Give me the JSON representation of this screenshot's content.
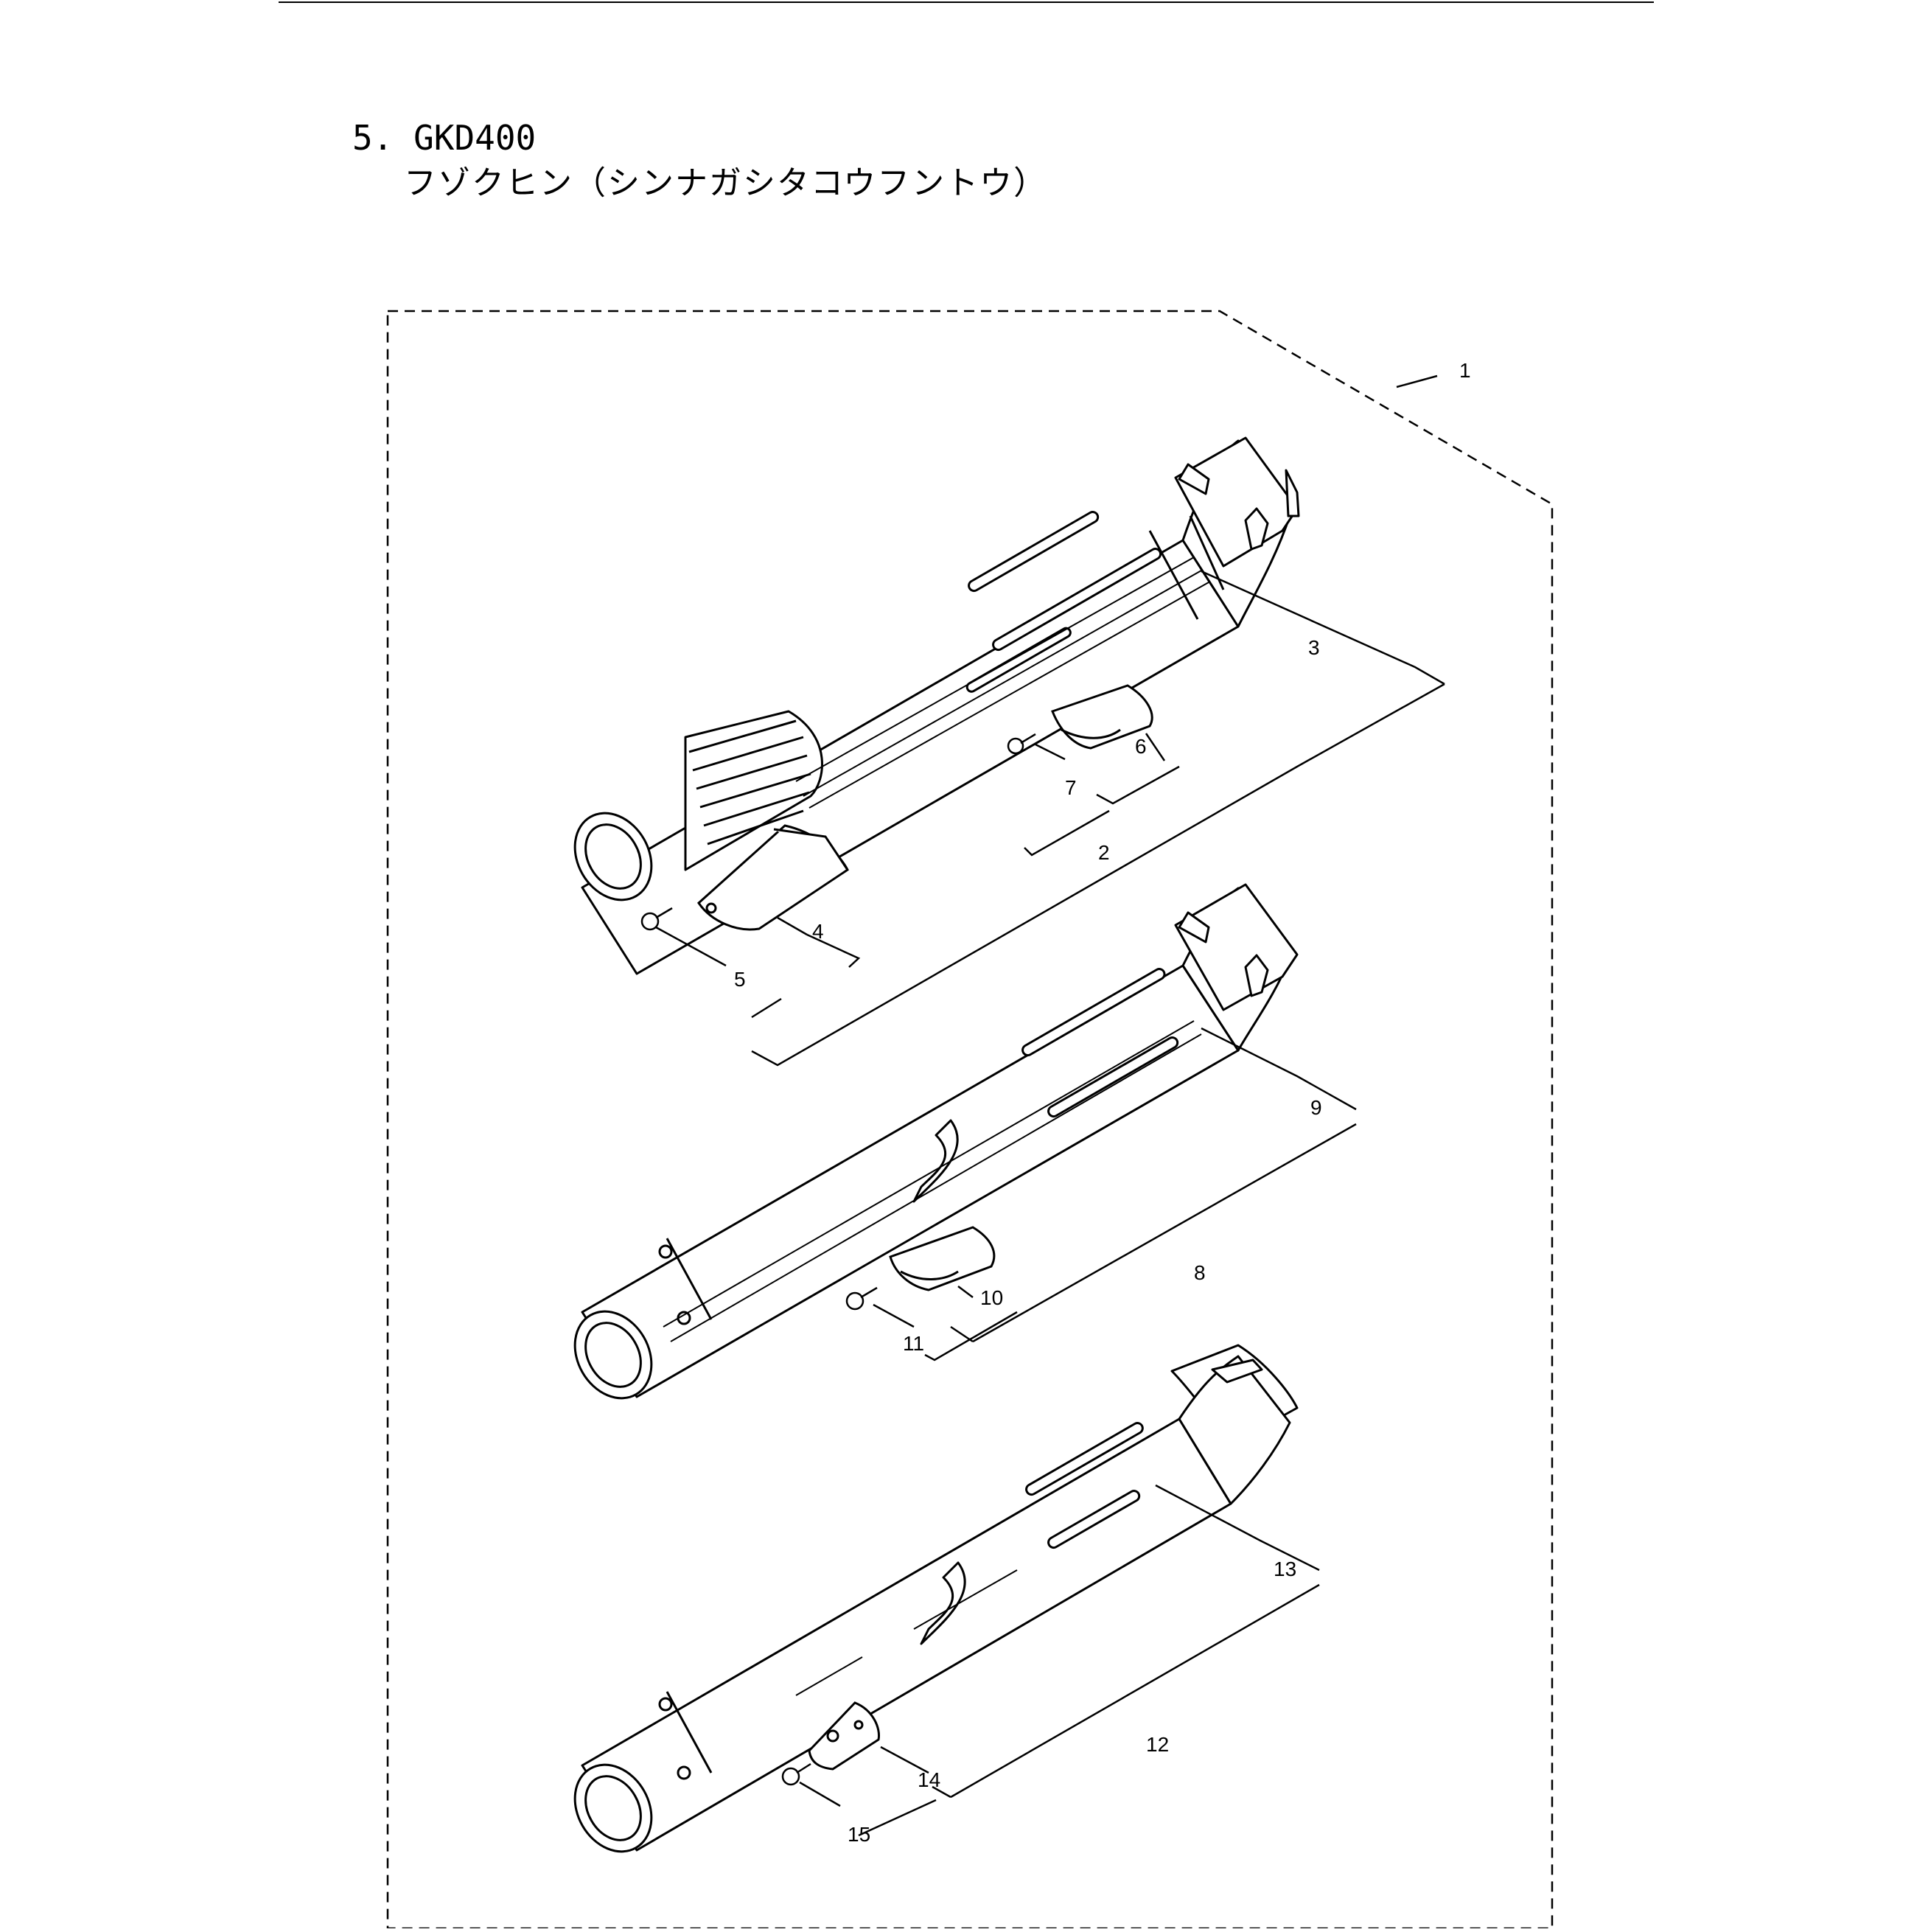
{
  "header": {
    "model": "5. GKD400",
    "subtitle": "フゾクヒン（シンナガシタコウフントウ）"
  },
  "callouts": [
    "1",
    "2",
    "3",
    "4",
    "5",
    "6",
    "7",
    "8",
    "9",
    "10",
    "11",
    "12",
    "13",
    "14",
    "15"
  ]
}
